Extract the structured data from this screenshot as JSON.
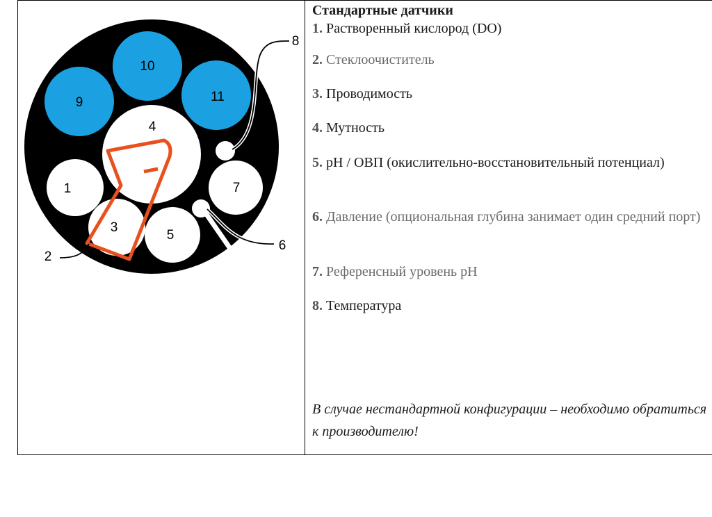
{
  "sensors": {
    "heading": "Стандартные датчики",
    "items": [
      {
        "num": "1.",
        "text": "Растворенный кислород (DO)",
        "tone": "dark"
      },
      {
        "num": "2.",
        "text": "Стеклоочиститель",
        "tone": "grey"
      },
      {
        "num": "3.",
        "text": "Проводимость",
        "tone": "dark"
      },
      {
        "num": "4.",
        "text": "Мутность",
        "tone": "dark"
      },
      {
        "num": "5.",
        "text": "pH / ОВП (окислительно-восстановительный потенциал)",
        "tone": "dark"
      },
      {
        "num": "6.",
        "text": "Давление (опциональная глубина занимает один средний порт)",
        "tone": "grey"
      },
      {
        "num": "7.",
        "text": "Референсный уровень pH",
        "tone": "grey"
      },
      {
        "num": "8.",
        "text": "Температура",
        "tone": "dark"
      }
    ],
    "note": "В случае нестандартной конфигурации – необходимо обратиться к производителю!"
  },
  "diagram": {
    "port_labels": {
      "p1": "1",
      "p3": "3",
      "p4": "4",
      "p5": "5",
      "p7": "7",
      "p9": "9",
      "p10": "10",
      "p11": "11"
    },
    "callout_labels": {
      "c2": "2",
      "c6": "6",
      "c8": "8"
    },
    "colors": {
      "body": "#000000",
      "port": "#ffffff",
      "blue_port": "#1ba1e2",
      "wiper": "#e8501e"
    }
  }
}
